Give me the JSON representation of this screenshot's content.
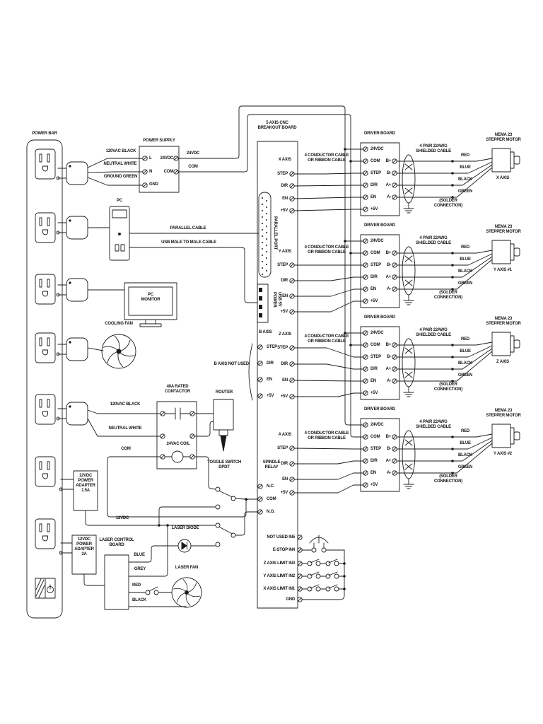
{
  "power_bar": {
    "label": "POWER BAR"
  },
  "psu": {
    "title": "POWER SUPPLY",
    "t_l": "L",
    "t_n": "N",
    "t_gnd": "GND",
    "t_24": "24VDC",
    "t_com": "COM",
    "w_black": "120VAC BLACK",
    "w_white": "NEUTRAL WHITE",
    "w_green": "GROUND GREEN",
    "w_24": "24VDC",
    "w_com": "COM"
  },
  "pc": {
    "label": "PC",
    "parallel": "PARALLEL CABLE",
    "usb": "USB MALE TO MALE CABLE"
  },
  "monitor": {
    "l1": "PC",
    "l2": "MONITOR"
  },
  "cooling_fan": {
    "label": "COOLING FAN"
  },
  "contactor": {
    "t1": "40A RATED",
    "t2": "CONTACTOR",
    "coil": "24VAC COIL",
    "black": "120VAC BLACK",
    "white": "NEUTRAL WHITE",
    "com": "COM"
  },
  "router": {
    "label": "ROUTER"
  },
  "toggle": {
    "t1": "TOGGLE SWITCH",
    "t2": "DPDT"
  },
  "adapter15": {
    "l1": "12VDC",
    "l2": "POWER",
    "l3": "ADAPTER",
    "l4": "1.5A"
  },
  "adapter3": {
    "l1": "12VDC",
    "l2": "POWER",
    "l3": "ADAPTER",
    "l4": "3A"
  },
  "v12": "12VDC",
  "laser": {
    "b1": "LASER CONTROL",
    "b2": "BOARD",
    "diode": "LASER DIODE",
    "fan": "LASER FAN",
    "blue": "BLUE",
    "grey": "GREY",
    "red": "RED",
    "black": "BLACK"
  },
  "bo": {
    "t1": "5 AXIS CNC",
    "t2": "BREAKOUT BOARD",
    "pport": "PARALLEL PORT",
    "usb1": "USB 5V",
    "usb2": "POWER",
    "x": "X AXIS",
    "y": "Y AXIS",
    "z": "Z AXIS",
    "a": "A AXIS",
    "b": "B AXIS",
    "b_note": "B AXIS NOT USED",
    "pins": [
      "STEP",
      "DIR",
      "EN",
      "+5V"
    ],
    "sr1": "SPINDLE",
    "sr2": "RELAY",
    "nc": "N.C.",
    "com": "COM",
    "no": "N.O.",
    "bottom": [
      "NOT USED IN5",
      "E-STOP IN4",
      "Z AXIS LIMIT IN3",
      "Y AXIS LIMIT IN2",
      "X AXIS LIMIT IN1",
      "GND"
    ]
  },
  "rc": {
    "l1": "4 CONDUCTOR CABLE",
    "l2": "OR RIBBON CABLE"
  },
  "drv": {
    "title": "DRIVER BOARD",
    "left": [
      "24VDC",
      "COM",
      "STEP",
      "DIR",
      "EN",
      "+5V"
    ],
    "right": [
      "B+",
      "B-",
      "A+",
      "A-"
    ],
    "c1": "4 PAIR 22AWG",
    "c2": "SHIELDED CABLE",
    "wires": [
      "RED",
      "BLUE",
      "BLACK",
      "GREEN"
    ],
    "s1": "(SOLDER",
    "s2": "CONNECTION)",
    "m1": "NEMA 23",
    "m2": "STEPPER MOTOR",
    "axes": [
      "X AXIS",
      "Y AXIS #1",
      "Z AXIS",
      "Y AXIS #2"
    ]
  }
}
